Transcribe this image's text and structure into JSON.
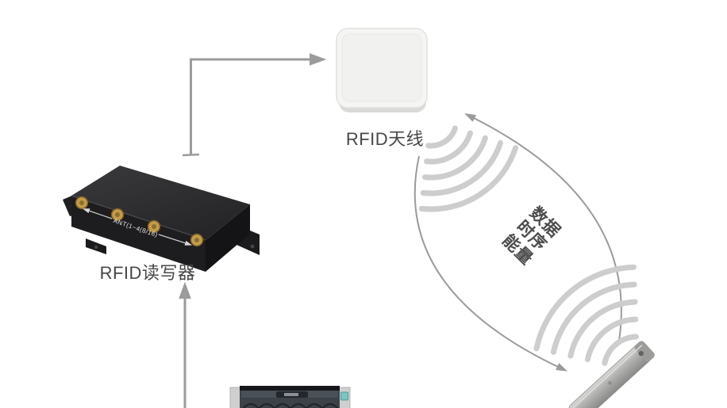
{
  "antenna": {
    "label": "RFID天线"
  },
  "reader": {
    "label": "RFID读写器",
    "panel_text": "ANT(1~4(8/16)"
  },
  "link": {
    "line1": "数据",
    "line2": "时序",
    "line3": "能量"
  },
  "colors": {
    "background": "#ffffff",
    "arrow_gray": "#9b9b9b",
    "wave_gray": "#cdcdcd",
    "label_text": "#474747",
    "link_text": "#4d4d4d",
    "antenna_plate": "#f5f5f4",
    "reader_top": "#303032",
    "reader_front": "#1d1d1f",
    "connector_gold": "#c39b4a",
    "tag_metal": "#a9a9a9",
    "server_bezel": "#434951",
    "server_teal": "#79c6c3"
  }
}
